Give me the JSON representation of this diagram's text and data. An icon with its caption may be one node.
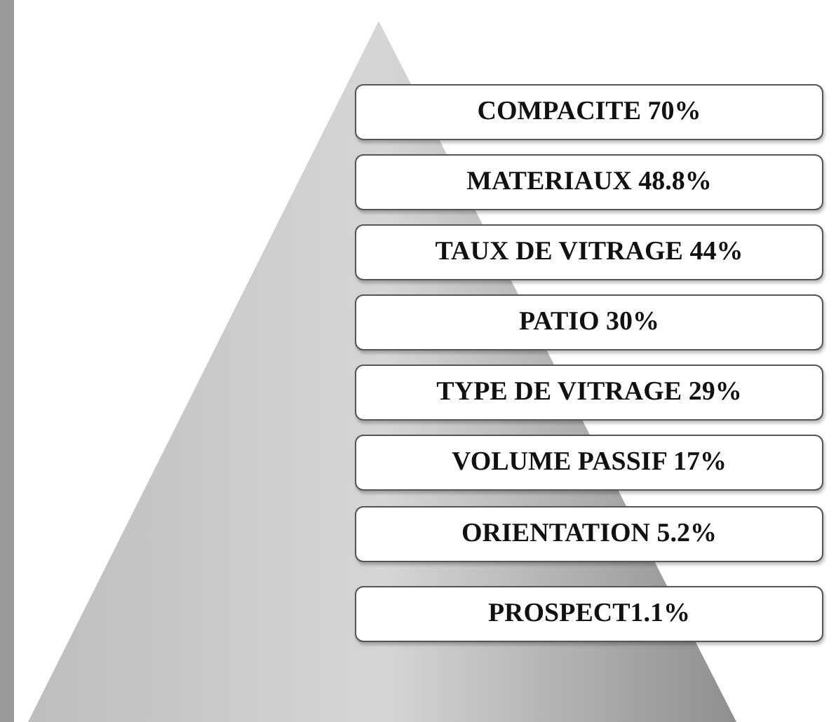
{
  "diagram": {
    "nodes": [
      {
        "text": [
          "COMPACITE 70%"
        ]
      },
      {
        "text": [
          "MATERIAUX 48.8%"
        ]
      },
      {
        "text": [
          "TAUX DE VITRAGE 44%"
        ]
      },
      {
        "text": [
          "PATIO 30%"
        ]
      },
      {
        "text": [
          "TYPE DE VITRAGE 29%"
        ]
      },
      {
        "text": [
          "VOLUME PASSIF 17%"
        ]
      },
      {
        "text": [
          "ORIENTATION 5.2%"
        ]
      },
      {
        "text": [
          "PROSPECT1.1%"
        ]
      }
    ]
  }
}
